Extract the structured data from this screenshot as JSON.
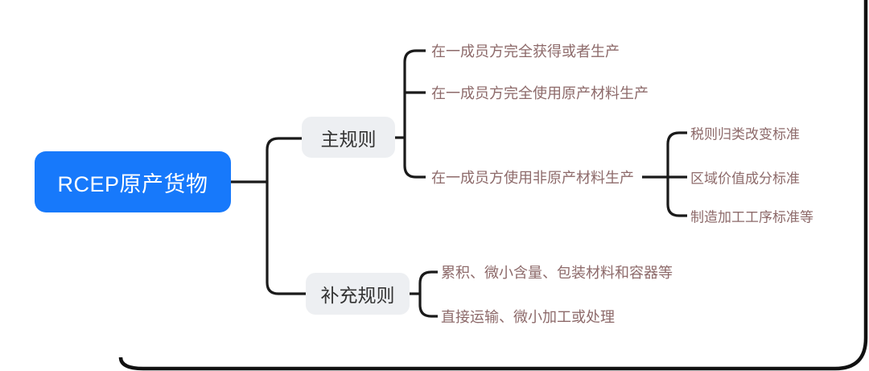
{
  "mindmap": {
    "root": {
      "label": "RCEP原产货物"
    },
    "branches": [
      {
        "label": "主规则",
        "children": [
          {
            "label": "在一成员方完全获得或者生产"
          },
          {
            "label": "在一成员方完全使用原产材料生产"
          },
          {
            "label": "在一成员方使用非原产材料生产",
            "children": [
              {
                "label": "税则归类改变标准"
              },
              {
                "label": "区域价值成分标准"
              },
              {
                "label": "制造加工工序标准等"
              }
            ]
          }
        ]
      },
      {
        "label": "补充规则",
        "children": [
          {
            "label": "累积、微小含量、包装材料和容器等"
          },
          {
            "label": "直接运输、微小加工或处理"
          }
        ]
      }
    ]
  },
  "colors": {
    "root_node_background": "#1779fb",
    "root_node_text": "#ffffff",
    "branch_node_background": "#edeff2",
    "branch_node_text": "#333333",
    "leaf_text": "#8d6a6a",
    "connector_line": "#1a1a1a"
  }
}
